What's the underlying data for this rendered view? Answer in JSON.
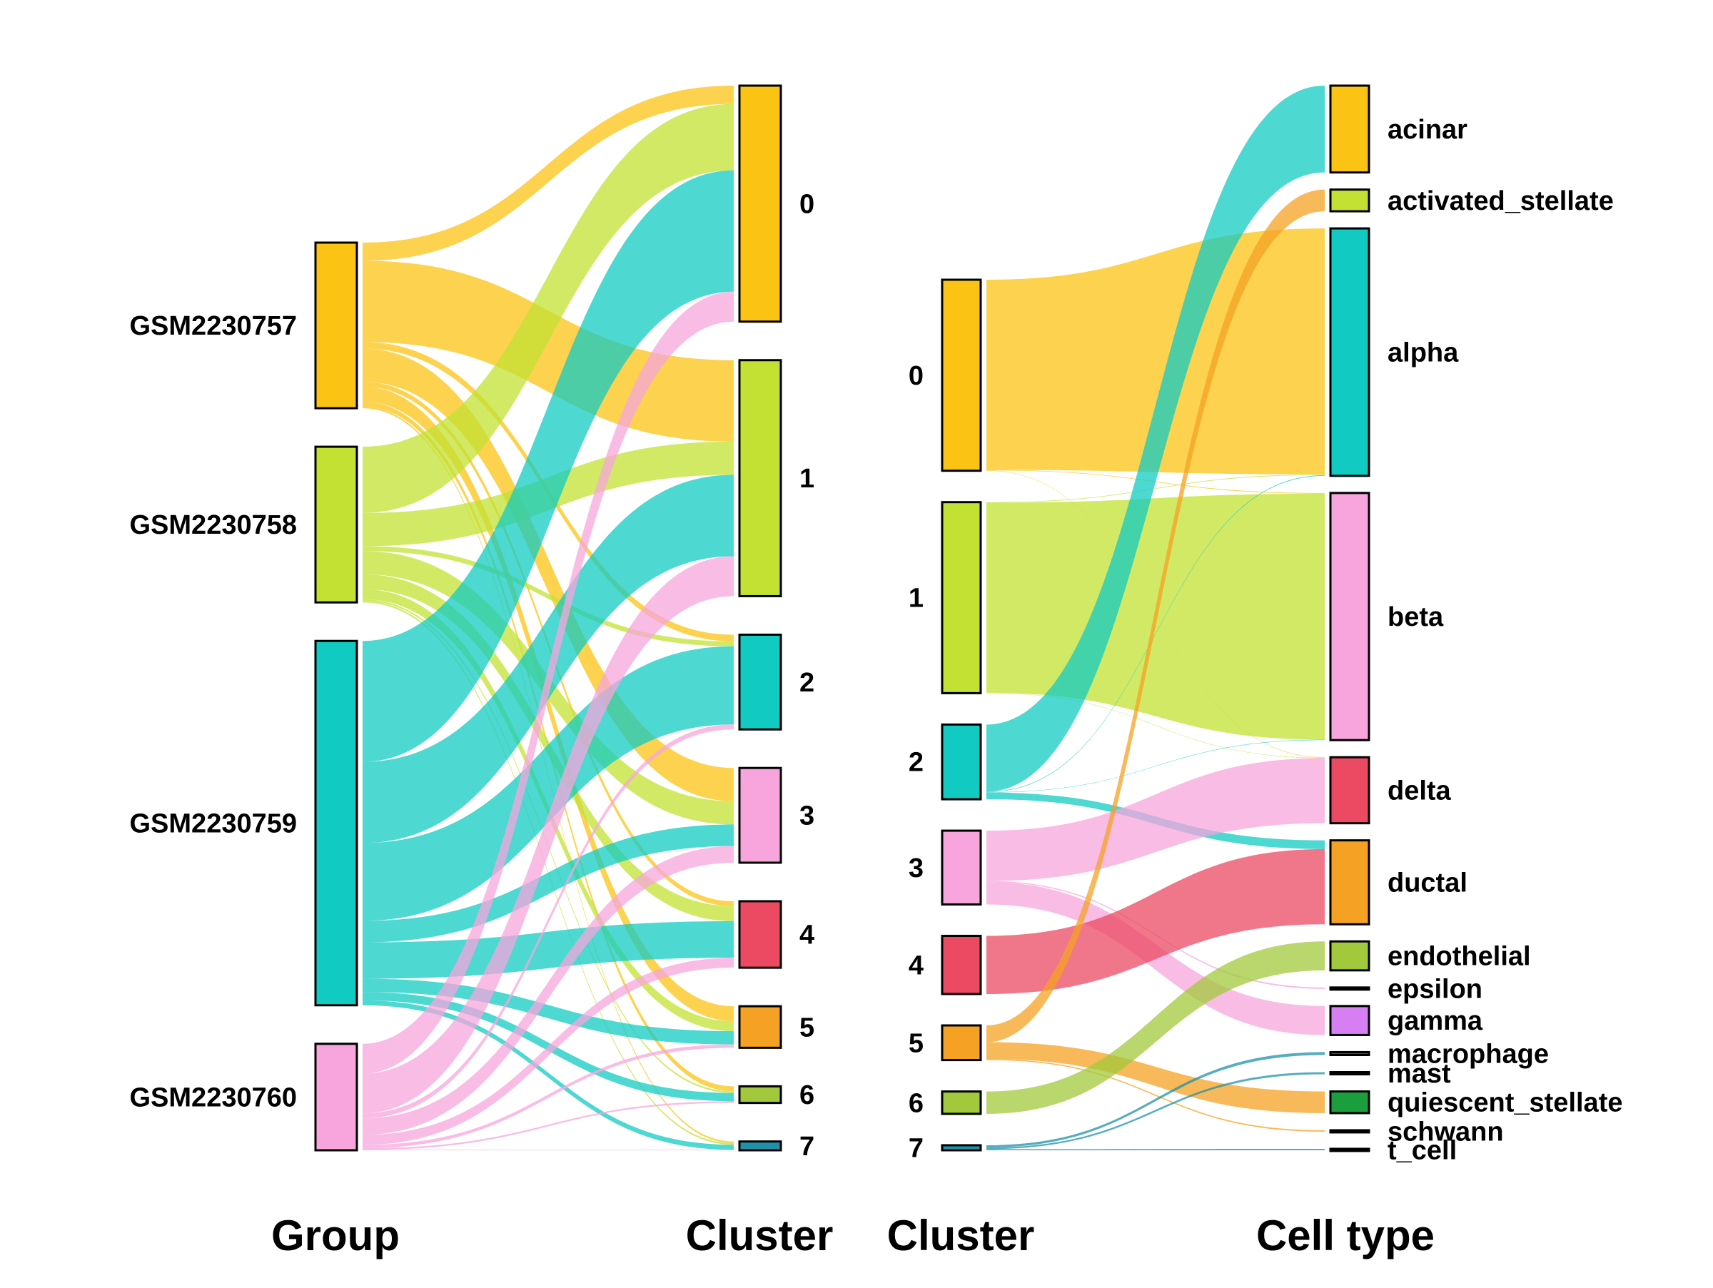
{
  "chart_data": [
    {
      "type": "sankey",
      "left_label": "Group",
      "right_label": "Cluster",
      "left_nodes": [
        {
          "name": "GSM2230757",
          "color": "#FBC314"
        },
        {
          "name": "GSM2230758",
          "color": "#C3E133"
        },
        {
          "name": "GSM2230759",
          "color": "#11CBC2"
        },
        {
          "name": "GSM2230760",
          "color": "#F7A5DC"
        }
      ],
      "right_nodes": [
        {
          "name": "0",
          "color": "#FBC314"
        },
        {
          "name": "1",
          "color": "#C3E133"
        },
        {
          "name": "2",
          "color": "#11CBC2"
        },
        {
          "name": "3",
          "color": "#F7A5DC"
        },
        {
          "name": "4",
          "color": "#EB4A62"
        },
        {
          "name": "5",
          "color": "#F5A123"
        },
        {
          "name": "6",
          "color": "#A1C93B"
        },
        {
          "name": "7",
          "color": "#1F92A9"
        }
      ],
      "flows": [
        {
          "from": "GSM2230757",
          "to": "0",
          "value": 11
        },
        {
          "from": "GSM2230757",
          "to": "1",
          "value": 49
        },
        {
          "from": "GSM2230757",
          "to": "2",
          "value": 4
        },
        {
          "from": "GSM2230757",
          "to": "3",
          "value": 20
        },
        {
          "from": "GSM2230757",
          "to": "4",
          "value": 3
        },
        {
          "from": "GSM2230757",
          "to": "5",
          "value": 9
        },
        {
          "from": "GSM2230757",
          "to": "6",
          "value": 3
        },
        {
          "from": "GSM2230757",
          "to": "7",
          "value": 1
        },
        {
          "from": "GSM2230758",
          "to": "0",
          "value": 40
        },
        {
          "from": "GSM2230758",
          "to": "1",
          "value": 20
        },
        {
          "from": "GSM2230758",
          "to": "2",
          "value": 3
        },
        {
          "from": "GSM2230758",
          "to": "3",
          "value": 14
        },
        {
          "from": "GSM2230758",
          "to": "4",
          "value": 9
        },
        {
          "from": "GSM2230758",
          "to": "5",
          "value": 6
        },
        {
          "from": "GSM2230758",
          "to": "6",
          "value": 1
        },
        {
          "from": "GSM2230758",
          "to": "7",
          "value": 1
        },
        {
          "from": "GSM2230759",
          "to": "0",
          "value": 73
        },
        {
          "from": "GSM2230759",
          "to": "1",
          "value": 49
        },
        {
          "from": "GSM2230759",
          "to": "2",
          "value": 47
        },
        {
          "from": "GSM2230759",
          "to": "3",
          "value": 13
        },
        {
          "from": "GSM2230759",
          "to": "4",
          "value": 22
        },
        {
          "from": "GSM2230759",
          "to": "5",
          "value": 8
        },
        {
          "from": "GSM2230759",
          "to": "6",
          "value": 5
        },
        {
          "from": "GSM2230759",
          "to": "7",
          "value": 3
        },
        {
          "from": "GSM2230760",
          "to": "0",
          "value": 18
        },
        {
          "from": "GSM2230760",
          "to": "1",
          "value": 24
        },
        {
          "from": "GSM2230760",
          "to": "2",
          "value": 3
        },
        {
          "from": "GSM2230760",
          "to": "3",
          "value": 10
        },
        {
          "from": "GSM2230760",
          "to": "4",
          "value": 6
        },
        {
          "from": "GSM2230760",
          "to": "5",
          "value": 2
        },
        {
          "from": "GSM2230760",
          "to": "6",
          "value": 1
        },
        {
          "from": "GSM2230760",
          "to": "7",
          "value": 0.3
        }
      ]
    },
    {
      "type": "sankey",
      "left_label": "Cluster",
      "right_label": "Cell type",
      "left_nodes": [
        {
          "name": "0",
          "color": "#FBC314"
        },
        {
          "name": "1",
          "color": "#C3E133"
        },
        {
          "name": "2",
          "color": "#11CBC2"
        },
        {
          "name": "3",
          "color": "#F7A5DC"
        },
        {
          "name": "4",
          "color": "#EB4A62"
        },
        {
          "name": "5",
          "color": "#F5A123"
        },
        {
          "name": "6",
          "color": "#A1C93B"
        },
        {
          "name": "7",
          "color": "#1F92A9"
        }
      ],
      "right_nodes": [
        {
          "name": "acinar",
          "color": "#FBC314"
        },
        {
          "name": "activated_stellate",
          "color": "#C3E133"
        },
        {
          "name": "alpha",
          "color": "#11CBC2"
        },
        {
          "name": "beta",
          "color": "#F7A5DC"
        },
        {
          "name": "delta",
          "color": "#EB4A62"
        },
        {
          "name": "ductal",
          "color": "#F5A123"
        },
        {
          "name": "endothelial",
          "color": "#A1C93B"
        },
        {
          "name": "epsilon",
          "color": "#FD8B86"
        },
        {
          "name": "gamma",
          "color": "#D77EF2"
        },
        {
          "name": "macrophage",
          "color": "#8E3A2E"
        },
        {
          "name": "mast",
          "color": "#D93C9A"
        },
        {
          "name": "quiescent_stellate",
          "color": "#1A9E3E"
        },
        {
          "name": "schwann",
          "color": "#B2DF8A"
        },
        {
          "name": "t_cell",
          "color": "#8DA0CB"
        }
      ],
      "flows": [
        {
          "from": "0",
          "to": "alpha",
          "value": 170
        },
        {
          "from": "0",
          "to": "beta",
          "value": 0.5
        },
        {
          "from": "0",
          "to": "delta",
          "value": 0.3
        },
        {
          "from": "1",
          "to": "beta",
          "value": 170
        },
        {
          "from": "1",
          "to": "alpha",
          "value": 0.5
        },
        {
          "from": "1",
          "to": "delta",
          "value": 0.3
        },
        {
          "from": "2",
          "to": "acinar",
          "value": 60
        },
        {
          "from": "2",
          "to": "ductal",
          "value": 6
        },
        {
          "from": "2",
          "to": "alpha",
          "value": 0.5
        },
        {
          "from": "2",
          "to": "beta",
          "value": 0.3
        },
        {
          "from": "3",
          "to": "delta",
          "value": 45
        },
        {
          "from": "3",
          "to": "gamma",
          "value": 20
        },
        {
          "from": "3",
          "to": "epsilon",
          "value": 1
        },
        {
          "from": "4",
          "to": "ductal",
          "value": 52
        },
        {
          "from": "5",
          "to": "activated_stellate",
          "value": 15
        },
        {
          "from": "5",
          "to": "quiescent_stellate",
          "value": 15
        },
        {
          "from": "5",
          "to": "schwann",
          "value": 1
        },
        {
          "from": "6",
          "to": "endothelial",
          "value": 20
        },
        {
          "from": "7",
          "to": "macrophage",
          "value": 2
        },
        {
          "from": "7",
          "to": "mast",
          "value": 1.5
        },
        {
          "from": "7",
          "to": "t_cell",
          "value": 1
        }
      ]
    }
  ]
}
